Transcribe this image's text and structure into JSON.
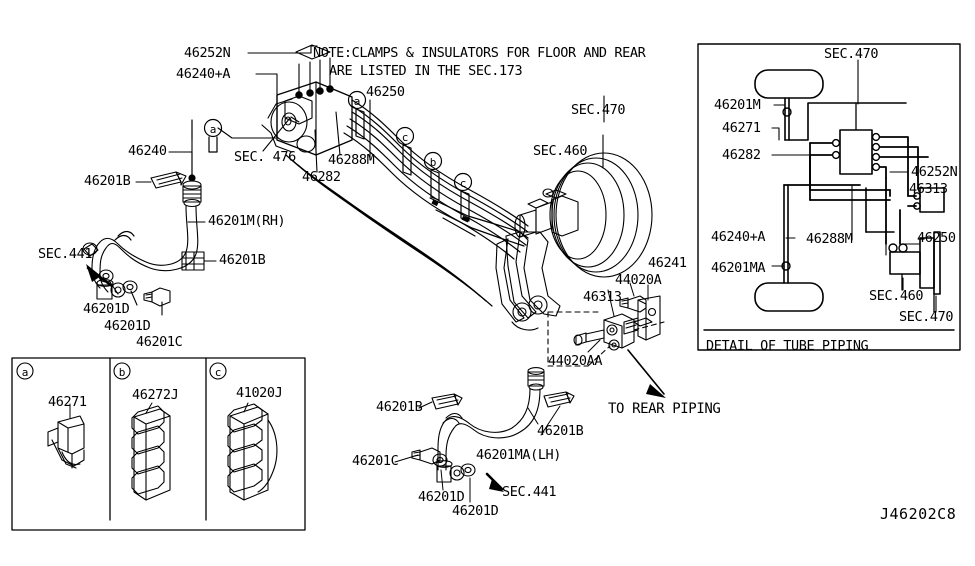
{
  "diagram": {
    "code": "J46202C8",
    "note_line1": "NOTE:CLAMPS & INSULATORS FOR FLOOR AND REAR",
    "note_line2": "ARE LISTED IN THE SEC.173",
    "detail_caption": "DETAIL OF TUBE PIPING",
    "to_rear_piping": "TO REAR PIPING",
    "ink": "#000000",
    "background": "#ffffff"
  },
  "main_labels": [
    {
      "id": "l1",
      "text": "46252N"
    },
    {
      "id": "l2",
      "text": "46240+A"
    },
    {
      "id": "l3",
      "text": "46250"
    },
    {
      "id": "l4",
      "text": "SEC.470"
    },
    {
      "id": "l5",
      "text": "SEC.460"
    },
    {
      "id": "l6",
      "text": "46240"
    },
    {
      "id": "l7",
      "text": "SEC. 476"
    },
    {
      "id": "l8",
      "text": "46288M"
    },
    {
      "id": "l9",
      "text": "46282"
    },
    {
      "id": "l10",
      "text": "46201B"
    },
    {
      "id": "l11",
      "text": "46201M(RH)"
    },
    {
      "id": "l12",
      "text": "SEC.441"
    },
    {
      "id": "l13",
      "text": "46201B"
    },
    {
      "id": "l14",
      "text": "46201D"
    },
    {
      "id": "l15",
      "text": "46201D"
    },
    {
      "id": "l16",
      "text": "46201C"
    },
    {
      "id": "l17",
      "text": "46241"
    },
    {
      "id": "l18",
      "text": "44020A"
    },
    {
      "id": "l19",
      "text": "46313"
    },
    {
      "id": "l20",
      "text": "44020AA"
    },
    {
      "id": "l21",
      "text": "46201B"
    },
    {
      "id": "l22",
      "text": "46201B"
    },
    {
      "id": "l23",
      "text": "46201MA(LH)"
    },
    {
      "id": "l24",
      "text": "46201C"
    },
    {
      "id": "l25",
      "text": "46201D"
    },
    {
      "id": "l26",
      "text": "46201D"
    },
    {
      "id": "l27",
      "text": "SEC.441"
    }
  ],
  "detail_labels": [
    {
      "id": "d1",
      "text": "SEC.470"
    },
    {
      "id": "d2",
      "text": "46201M"
    },
    {
      "id": "d3",
      "text": "46271"
    },
    {
      "id": "d4",
      "text": "46282"
    },
    {
      "id": "d5",
      "text": "46252N"
    },
    {
      "id": "d6",
      "text": "46313"
    },
    {
      "id": "d7",
      "text": "46240+A"
    },
    {
      "id": "d8",
      "text": "46288M"
    },
    {
      "id": "d9",
      "text": "46250"
    },
    {
      "id": "d10",
      "text": "46201MA"
    },
    {
      "id": "d11",
      "text": "SEC.460"
    },
    {
      "id": "d12",
      "text": "SEC.470"
    }
  ],
  "clip_markers": [
    {
      "id": "m1",
      "text": "a"
    },
    {
      "id": "m2",
      "text": "a"
    },
    {
      "id": "m3",
      "text": "c"
    },
    {
      "id": "m4",
      "text": "b"
    },
    {
      "id": "m5",
      "text": "c"
    }
  ],
  "legend_boxes": [
    {
      "key": "a",
      "part": "46271"
    },
    {
      "key": "b",
      "part": "46272J"
    },
    {
      "key": "c",
      "part": "41020J"
    }
  ]
}
